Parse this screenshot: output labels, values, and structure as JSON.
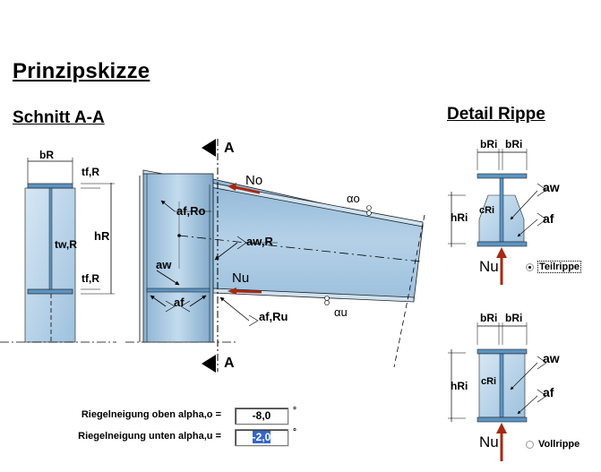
{
  "page": {
    "title": "Prinzipskizze"
  },
  "section_a": {
    "title": "Schnitt A-A",
    "labels": {
      "b_r": "bR",
      "t_fr_top": "tf,R",
      "t_fr_bottom": "tf,R",
      "h_r": "hR",
      "t_wr": "tw,R",
      "section_mark_top": "A",
      "section_mark_bottom": "A",
      "n_o": "No",
      "n_u": "Nu",
      "alpha_o": "αo",
      "alpha_u": "αu",
      "a_f_ro": "af,Ro",
      "a_w_r": "aw,R",
      "a_w": "aw",
      "a_f": "af",
      "a_f_ru": "af,Ru"
    }
  },
  "detail": {
    "title": "Detail Rippe",
    "labels": {
      "b_ri_left": "bRi",
      "b_ri_right": "bRi",
      "h_ri": "hRi",
      "c_ri": "cRi",
      "a_w": "aw",
      "a_f": "af",
      "n_u": "Nu"
    },
    "options": [
      {
        "label": "Teilrippe",
        "selected": true
      },
      {
        "label": "Vollrippe",
        "selected": false
      }
    ]
  },
  "inputs": {
    "alpha_o": {
      "label": "Riegelneigung oben alpha,o  =",
      "value": "-8,0",
      "unit": "°"
    },
    "alpha_u": {
      "label": "Riegelneigung unten alpha,u  =",
      "value": "-2,0",
      "unit": "°"
    }
  },
  "colors": {
    "steel_fill": "#a9c8e0",
    "flange": "#5b94c4",
    "force_arrow": "#a52a12"
  }
}
